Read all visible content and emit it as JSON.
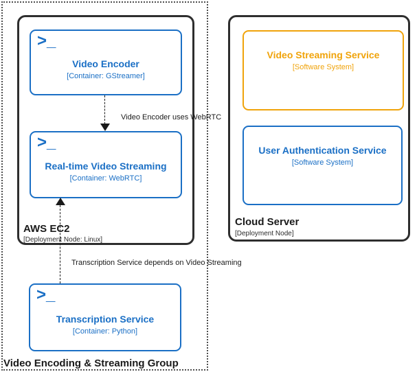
{
  "group": {
    "label": "Video Encoding & Streaming Group"
  },
  "nodes": {
    "aws": {
      "name": "AWS EC2",
      "meta": "[Deployment Node: Linux]"
    },
    "cloud": {
      "name": "Cloud Server",
      "meta": "[Deployment Node]"
    }
  },
  "containers": {
    "video_encoder": {
      "name": "Video Encoder",
      "meta": "[Container: GStreamer]"
    },
    "realtime_streaming": {
      "name": "Real-time Video Streaming",
      "meta": "[Container: WebRTC]"
    },
    "transcription": {
      "name": "Transcription Service",
      "meta": "[Container: Python]"
    }
  },
  "systems": {
    "video_streaming": {
      "name": "Video Streaming Service",
      "meta": "[Software System]"
    },
    "user_auth": {
      "name": "User Authentication Service",
      "meta": "[Software System]"
    }
  },
  "relationships": {
    "encoder_webrtc": {
      "label": "Video Encoder uses WebRTC"
    },
    "transcription_streaming": {
      "label": "Transcription Service depends on Video Streaming"
    }
  },
  "icons": {
    "terminal": ">_"
  },
  "colors": {
    "blue": "#1A6FC5",
    "orange": "#F0A30A",
    "node_border": "#2E2E2E",
    "arrow": "#1a1a1a",
    "text": "#1a1a1a"
  }
}
